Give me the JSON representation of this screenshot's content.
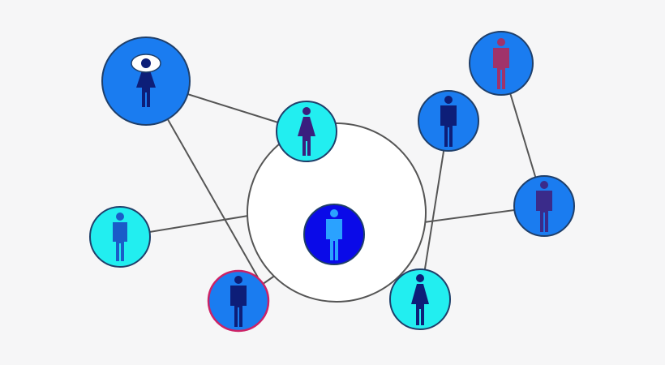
{
  "colors": {
    "background": "#f6f6f7",
    "edge": "#555555",
    "node_border": "#1f3f6a",
    "cyan_fill": "#22eef0",
    "blue_fill": "#1a7cf0",
    "center_fill": "#0a0ae8",
    "center_ring_fill": "#ffffff",
    "highlight_border": "#cc2266"
  },
  "nodes": [
    {
      "id": "top-left-woman",
      "gender": "female",
      "fill": "#1a7cf0",
      "person_color": "#0d1e78",
      "icon": "eye-icon"
    },
    {
      "id": "center-top-woman",
      "gender": "female",
      "fill": "#22eef0",
      "person_color": "#3a1e7e"
    },
    {
      "id": "left-man",
      "gender": "male",
      "fill": "#22eef0",
      "person_color": "#1a5cc8"
    },
    {
      "id": "center-man",
      "gender": "male",
      "fill": "#0a0ae8",
      "person_color": "#2aa2ff"
    },
    {
      "id": "bottom-highlighted-man",
      "gender": "male",
      "fill": "#1a7cf0",
      "person_color": "#0d1e78",
      "border": "#cc2266"
    },
    {
      "id": "bottom-right-woman",
      "gender": "female",
      "fill": "#22eef0",
      "person_color": "#0d1e78"
    },
    {
      "id": "top-right-man",
      "gender": "male",
      "fill": "#1a7cf0",
      "person_color": "#a0336a"
    },
    {
      "id": "upper-right-man",
      "gender": "male",
      "fill": "#1a7cf0",
      "person_color": "#0d1e78"
    },
    {
      "id": "right-man",
      "gender": "male",
      "fill": "#1a7cf0",
      "person_color": "#3a2b8a"
    }
  ],
  "edges": [
    {
      "from": "top-left-woman",
      "to": "center-top-woman"
    },
    {
      "from": "top-left-woman",
      "to": "bottom-highlighted-man"
    },
    {
      "from": "left-man",
      "to": "center-ring"
    },
    {
      "from": "center-man",
      "to": "bottom-highlighted-man"
    },
    {
      "from": "center-man",
      "to": "right-man"
    },
    {
      "from": "upper-right-man",
      "to": "bottom-right-woman"
    },
    {
      "from": "top-right-man",
      "to": "right-man"
    }
  ]
}
